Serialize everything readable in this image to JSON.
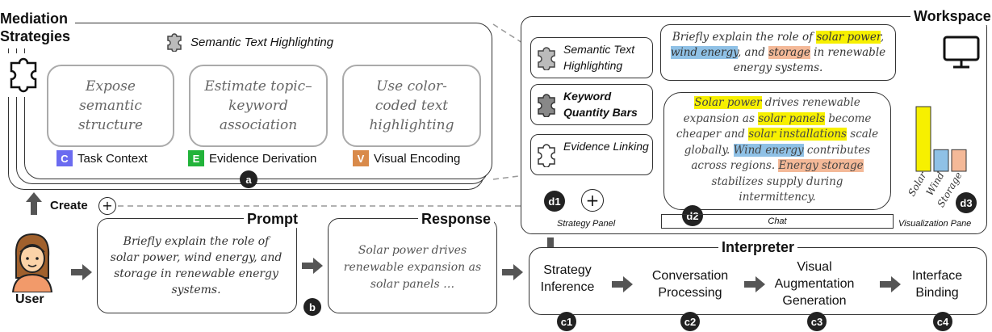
{
  "mediation": {
    "title_line1": "Mediation",
    "title_line2": "Strategies",
    "strategy_name": "Semantic Text Highlighting",
    "cards": [
      "Expose semantic structure",
      "Estimate topic–keyword association",
      "Use color-coded text highlighting"
    ],
    "labels": [
      {
        "tag": "C",
        "text": "Task Context",
        "color": "#6b6bf0"
      },
      {
        "tag": "E",
        "text": "Evidence Derivation",
        "color": "#22b33a"
      },
      {
        "tag": "V",
        "text": "Visual Encoding",
        "color": "#d98a4a"
      }
    ],
    "badge": "a"
  },
  "create": {
    "label": "Create"
  },
  "user": {
    "label": "User"
  },
  "prompt": {
    "title": "Prompt",
    "text": "Briefly explain the role of solar power, wind energy, and storage in renewable energy systems.",
    "badge": "b"
  },
  "response": {
    "title": "Response",
    "text": "Solar power drives renewable expansion as solar panels …"
  },
  "workspace": {
    "title": "Workspace",
    "strategies": [
      "Semantic Text Highlighting",
      "Keyword Quantity Bars",
      "Evidence Linking"
    ],
    "strategy_panel_label": "Strategy Panel",
    "strategy_badge": "d1",
    "chat_label": "Chat",
    "chat_badge": "d2",
    "viz_label": "Visualization Pane",
    "viz_badge": "d3",
    "chat_prompt": {
      "p1": "Briefly explain the role of ",
      "h1": "solar power",
      "p2": ", ",
      "h2": "wind energy",
      "p3": ", and ",
      "h3": "storage",
      "p4": " in renewable energy systems."
    },
    "chat_response": {
      "h1": "Solar power",
      "p1": " drives renewable expansion as ",
      "h2": "solar panels",
      "p2": " become cheaper and ",
      "h3": "solar installations",
      "p3": " scale globally. ",
      "h4": "Wind energy",
      "p4": " contributes across regions. ",
      "h5": "Energy storage",
      "p5": " stabilizes supply during intermittency."
    }
  },
  "interpreter": {
    "title": "Interpreter",
    "steps": [
      {
        "label": "Strategy Inference",
        "badge": "c1"
      },
      {
        "label": "Conversation Processing",
        "badge": "c2"
      },
      {
        "label": "Visual Augmentation Generation",
        "badge": "c3"
      },
      {
        "label": "Interface Binding",
        "badge": "c4"
      }
    ]
  },
  "chart_data": {
    "type": "bar",
    "categories": [
      "Solar",
      "Wind",
      "Storage"
    ],
    "values": [
      3,
      1,
      1
    ],
    "colors": [
      "#f7f000",
      "#8fc1e6",
      "#f4b998"
    ],
    "title": "",
    "xlabel": "",
    "ylabel": ""
  }
}
